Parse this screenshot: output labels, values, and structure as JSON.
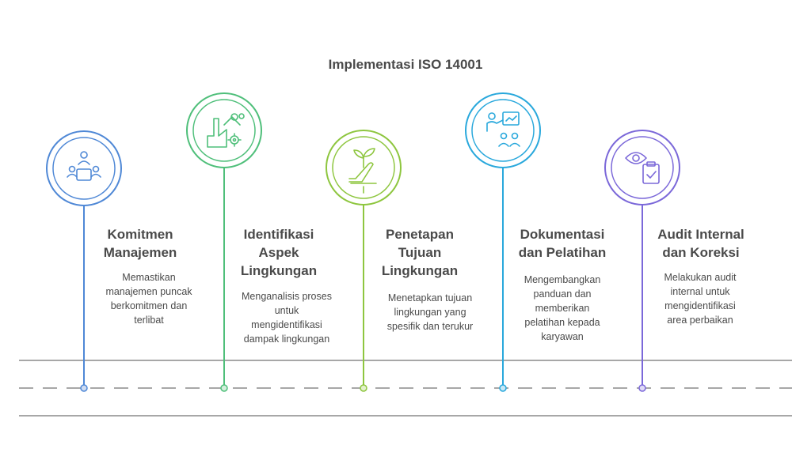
{
  "title": "Implementasi ISO 14001",
  "steps": [
    {
      "title_lines": [
        "Komitmen",
        "Manajemen"
      ],
      "desc_lines": [
        "Memastikan",
        "manajemen puncak",
        "berkomitmen dan",
        "terlibat"
      ],
      "color": "#4f88d6",
      "icon": "meeting-table-icon"
    },
    {
      "title_lines": [
        "Identifikasi",
        "Aspek",
        "Lingkungan"
      ],
      "desc_lines": [
        "Menganalisis proses",
        "untuk",
        "mengidentifikasi",
        "dampak lingkungan"
      ],
      "color": "#4fbf7a",
      "icon": "factory-gear-icon"
    },
    {
      "title_lines": [
        "Penetapan",
        "Tujuan",
        "Lingkungan"
      ],
      "desc_lines": [
        "Menetapkan tujuan",
        "lingkungan yang",
        "spesifik dan terukur"
      ],
      "color": "#8ec63f",
      "icon": "plant-growth-icon"
    },
    {
      "title_lines": [
        "Dokumentasi",
        "dan Pelatihan"
      ],
      "desc_lines": [
        "Mengembangkan",
        "panduan dan",
        "memberikan",
        "pelatihan kepada",
        "karyawan"
      ],
      "color": "#29a8dc",
      "icon": "training-presentation-icon"
    },
    {
      "title_lines": [
        "Audit Internal",
        "dan Koreksi"
      ],
      "desc_lines": [
        "Melakukan audit",
        "internal untuk",
        "mengidentifikasi",
        "area perbaikan"
      ],
      "color": "#7b68d9",
      "icon": "audit-eye-clipboard-icon"
    }
  ]
}
